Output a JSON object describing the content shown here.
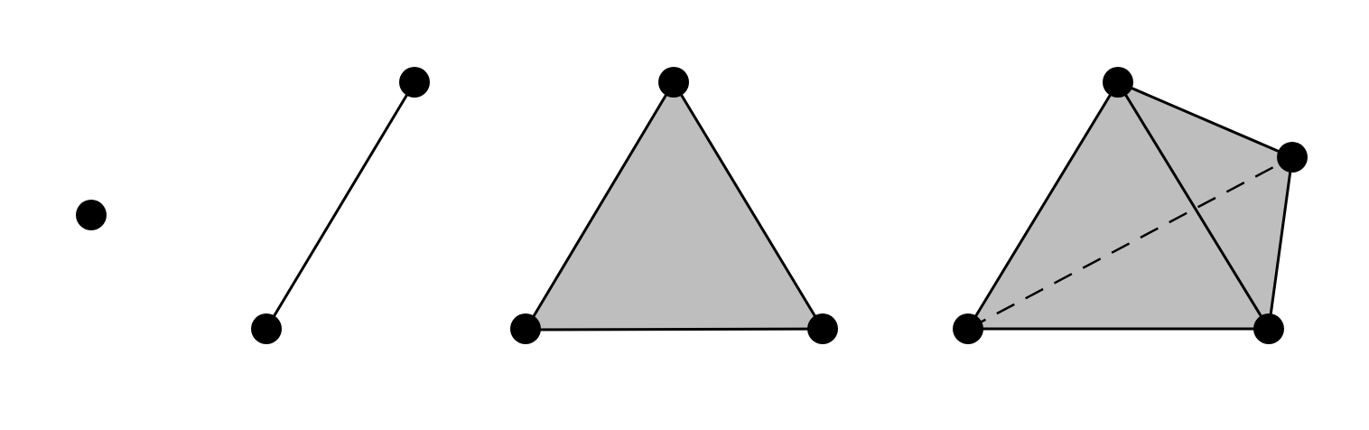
{
  "diagram": {
    "fill_color": "#bebebe",
    "stroke_color": "#000000",
    "vertex_color": "#000000",
    "panels": [
      {
        "name": "0-simplex-point",
        "shape": "point",
        "vertices": 1
      },
      {
        "name": "1-simplex-edge",
        "shape": "segment",
        "vertices": 2
      },
      {
        "name": "2-simplex-triangle",
        "shape": "triangle",
        "vertices": 3,
        "filled": true
      },
      {
        "name": "3-simplex-tetrahedron",
        "shape": "tetrahedron",
        "vertices": 4,
        "filled": true,
        "hidden_edge": "dashed"
      }
    ]
  }
}
